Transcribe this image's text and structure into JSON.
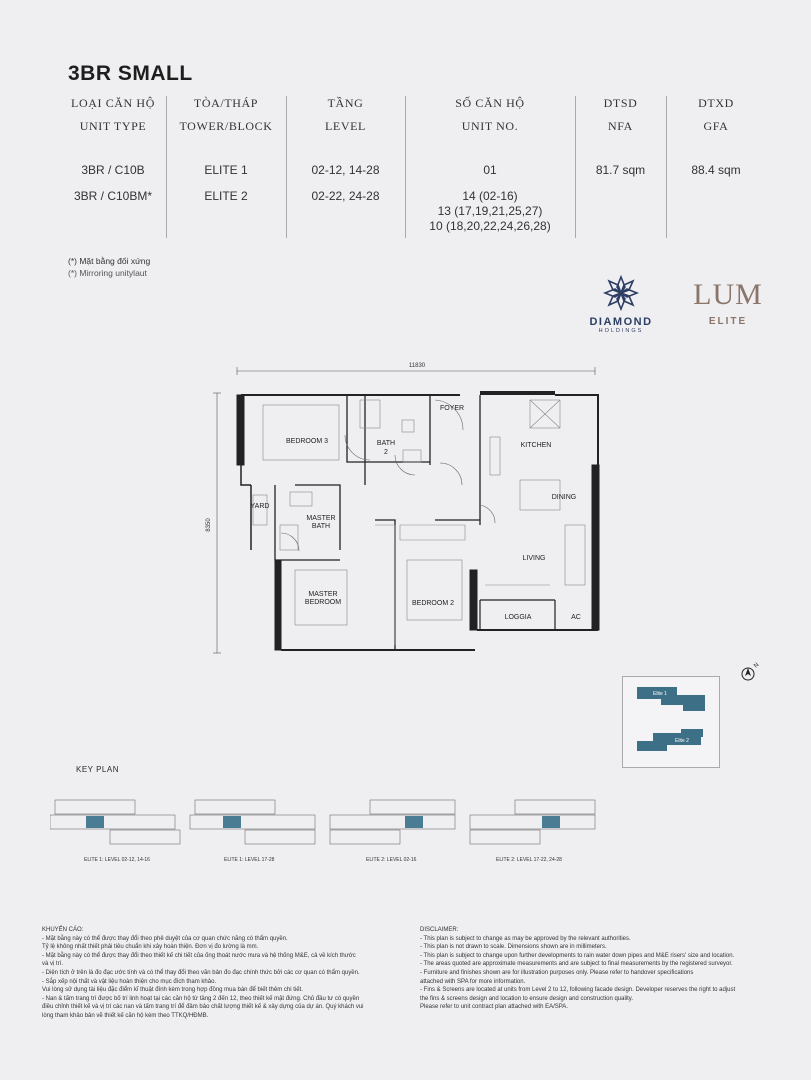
{
  "title": "3BR SMALL",
  "table": {
    "headers": [
      {
        "vi": "LOẠI CĂN HỘ",
        "en": "UNIT TYPE"
      },
      {
        "vi": "TÒA/THÁP",
        "en": "TOWER/BLOCK"
      },
      {
        "vi": "TẦNG",
        "en": "LEVEL"
      },
      {
        "vi": "SỐ CĂN HỘ",
        "en": "UNIT NO."
      },
      {
        "vi": "DTSD",
        "en": "NFA"
      },
      {
        "vi": "DTXD",
        "en": "GFA"
      }
    ],
    "rows": [
      {
        "type": "3BR / C10B",
        "tower": "ELITE 1",
        "level": "02-12, 14-28",
        "unit": [
          "01"
        ],
        "nfa": "81.7 sqm",
        "gfa": "88.4 sqm"
      },
      {
        "type": "3BR / C10BM*",
        "tower": "ELITE 2",
        "level": "02-22, 24-28",
        "unit": [
          "14 (02-16)",
          "13 (17,19,21,25,27)",
          "10 (18,20,22,24,26,28)"
        ],
        "nfa": "",
        "gfa": ""
      }
    ]
  },
  "notes": {
    "vi": "(*) Mặt bằng đối xứng",
    "en": "(*) Mirroring unitylaut"
  },
  "logos": {
    "diamond_name": "DIAMOND",
    "diamond_sub": "HOLDINGS",
    "lum": "LUM",
    "lum_sub": "ELITE",
    "brand_color": "#2c3e63"
  },
  "plan": {
    "dim_width": "11830",
    "dim_height": "8350",
    "rooms": {
      "bedroom3": "BEDROOM 3",
      "bath2_a": "BATH",
      "bath2_b": "2",
      "foyer": "FOYER",
      "kitchen": "KITCHEN",
      "dining": "DINING",
      "yard": "YARD",
      "master_bath_a": "MASTER",
      "master_bath_b": "BATH",
      "living": "LIVING",
      "master_bed_a": "MASTER",
      "master_bed_b": "BEDROOM",
      "bedroom2": "BEDROOM 2",
      "loggia": "LOGGIA",
      "ac": "AC"
    },
    "north": "N"
  },
  "site_plan": {
    "elite1": "Elite 1",
    "elite2": "Elite 2"
  },
  "key_plan": {
    "label": "KEY PLAN",
    "captions": [
      "ELITE 1: LEVEL 02-12, 14-16",
      "ELITE 1: LEVEL 17-28",
      "ELITE 2: LEVEL 02-16",
      "ELITE 2: LEVEL 17-22, 24-28"
    ]
  },
  "disclaimer_vi": {
    "heading": "KHUYẾN CÁO:",
    "lines": [
      "- Mặt bằng này có thể được thay đổi theo phê duyệt của cơ quan chức năng có thẩm quyền.",
      "  Tỷ lệ không nhất thiết phải tiêu chuẩn khi xây hoàn thiện. Đơn vị đo lường là mm.",
      "- Mặt bằng này có thể được thay đổi theo thiết kế chi tiết của ống thoát nước mưa và hệ thống M&E, cả về kích thước",
      "  và vị trí.",
      "- Diện tích ở trên là đo đạc ước tính và có thể thay đổi theo văn bản đo đạc chính thức bởi các cơ quan có thẩm quyền.",
      "- Sắp xếp nội thất và vật liệu hoàn thiện cho mục đích tham khảo.",
      "  Vui lòng sử dụng tài liệu đặc điểm kĩ thuật đính kèm trong hợp đồng mua bán để biết thêm chi tiết.",
      "- Nan & tấm trang trí được bố trí linh hoạt tại các căn hộ từ tầng 2 đến 12, theo thiết kế mặt đứng. Chủ đầu tư có quyền",
      "  điều chỉnh thiết kế và vị trí các nan và tấm trang trí để đảm bảo chất lượng thiết kế & xây dựng của dự án. Quý khách vui",
      "  lòng tham khảo bản vẽ thiết kế căn hộ kèm theo TTKQ/HĐMB."
    ]
  },
  "disclaimer_en": {
    "heading": "DISCLAIMER:",
    "lines": [
      "- This plan is subject to change as may be approved by the relevant authorities.",
      "- This plan is not drawn to scale. Dimensions shown are in millimeters.",
      "- This plan is subject to change upon further developments to rain water down pipes and M&E risers' size and location.",
      "- The areas quoted are approximate measurements and are subject to final measurements by the registered surveyor.",
      "- Furniture and finishes shown are for illustration purposes only. Please refer to handover specifications",
      "  attached with SPA for more information.",
      "- Fins & Screens are located at units from Level 2 to 12, following facade design. Developer reserves the right to adjust",
      "  the fins & screens design and location to ensure design and construction quality.",
      "  Please refer to unit contract plan attached with EA/SPA."
    ]
  }
}
